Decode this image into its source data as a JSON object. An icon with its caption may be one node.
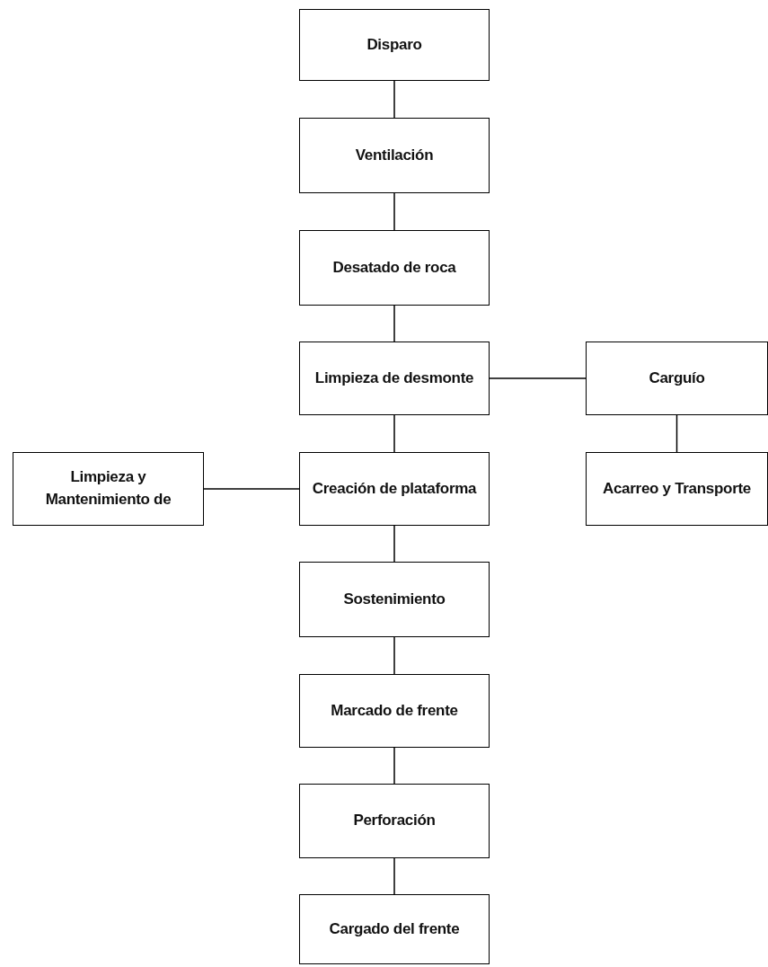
{
  "diagram": {
    "nodes": [
      {
        "text": [
          "Disparo"
        ]
      },
      {
        "text": [
          "Ventilación"
        ]
      },
      {
        "text": [
          "Desatado de roca"
        ]
      },
      {
        "text": [
          "Limpieza de desmonte"
        ]
      },
      {
        "text": [
          "Carguío"
        ]
      },
      {
        "text": [
          "Limpieza y Mantenimiento de"
        ]
      },
      {
        "text": [
          "Creación de plataforma"
        ]
      },
      {
        "text": [
          "Acarreo y Transporte"
        ]
      },
      {
        "text": [
          "Sostenimiento"
        ]
      },
      {
        "text": [
          "Marcado de frente"
        ]
      },
      {
        "text": [
          "Perforación"
        ]
      },
      {
        "text": [
          "Cargado del frente"
        ]
      }
    ],
    "edges": [
      {
        "from": 0,
        "to": 1,
        "arrow": "none"
      },
      {
        "from": 1,
        "to": 2,
        "arrow": "none"
      },
      {
        "from": 2,
        "to": 3,
        "arrow": "none"
      },
      {
        "from": 3,
        "to": 4,
        "arrow": "none"
      },
      {
        "from": 3,
        "to": 6,
        "arrow": "none"
      },
      {
        "from": 4,
        "to": 7,
        "arrow": "none"
      },
      {
        "from": 6,
        "to": 5,
        "arrow": "none"
      },
      {
        "from": 6,
        "to": 8,
        "arrow": "none"
      },
      {
        "from": 8,
        "to": 9,
        "arrow": "none"
      },
      {
        "from": 9,
        "to": 10,
        "arrow": "none"
      },
      {
        "from": 10,
        "to": 11,
        "arrow": "none"
      }
    ]
  }
}
